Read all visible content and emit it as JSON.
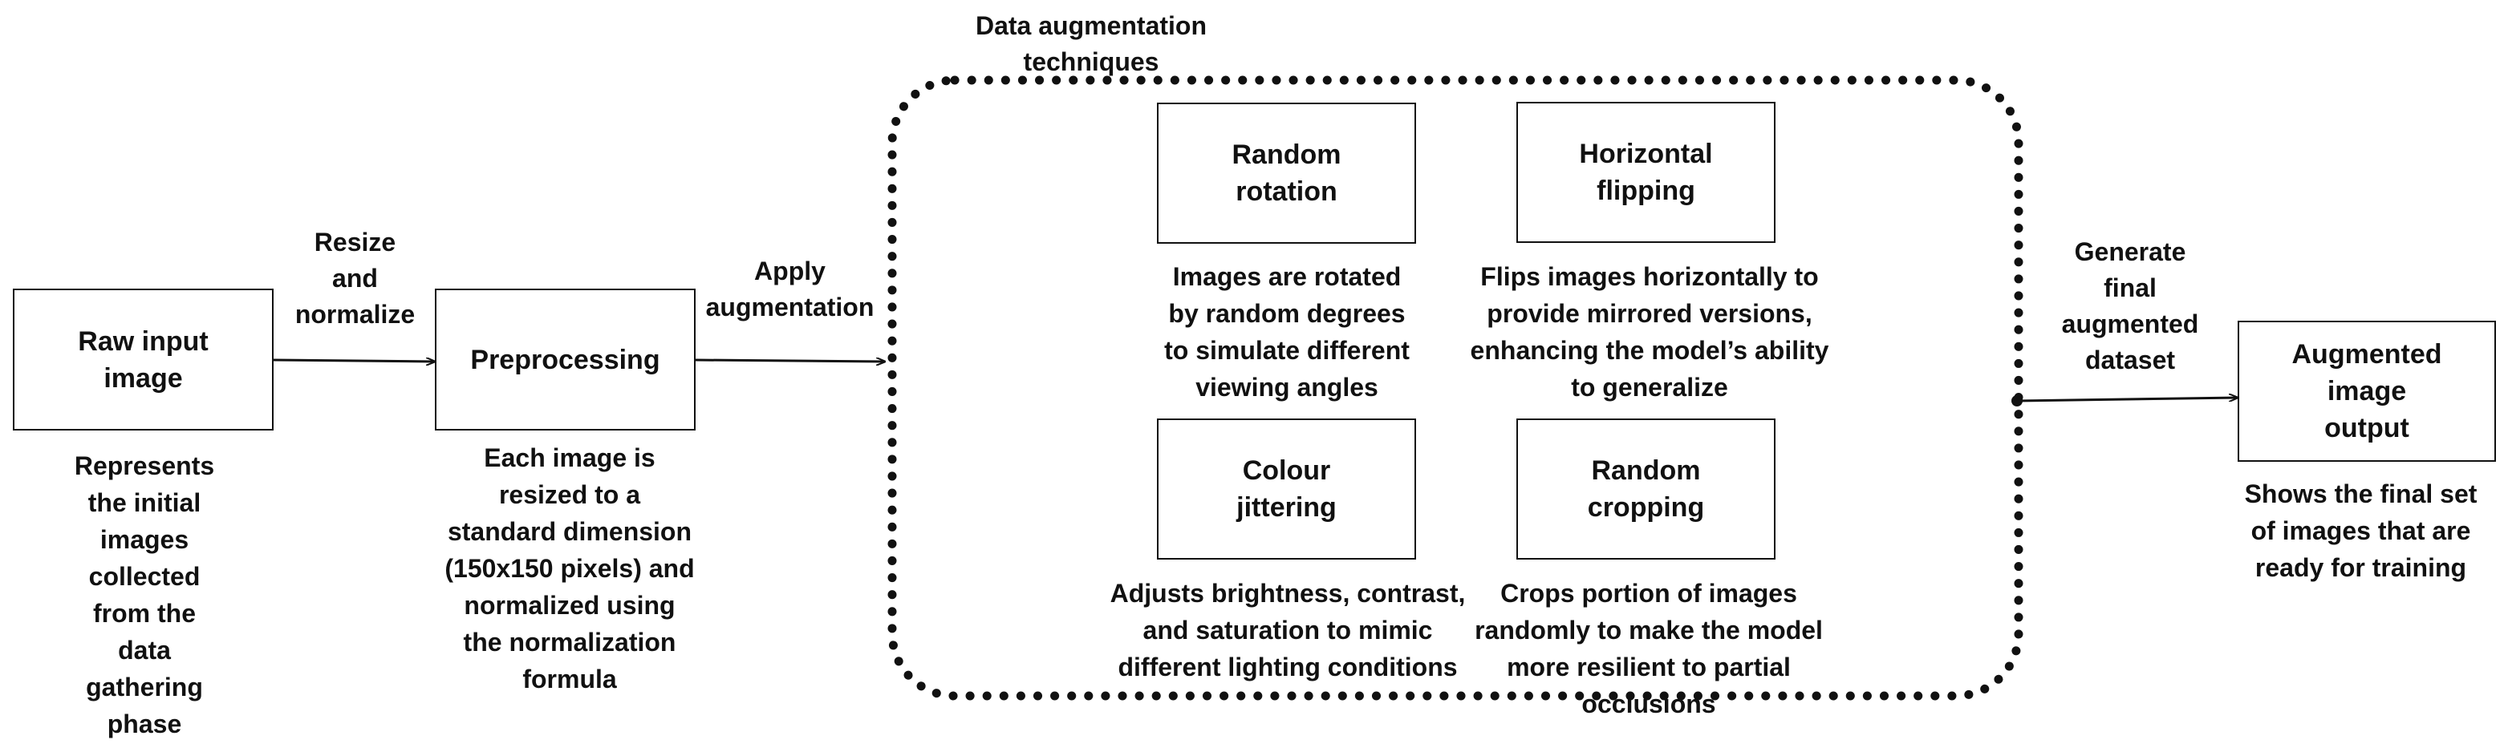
{
  "group": {
    "title": "Data augmentation\ntechniques"
  },
  "nodes": {
    "raw_input": {
      "label": "Raw input\nimage",
      "description": "Represents\nthe initial\nimages\ncollected\nfrom the\ndata\ngathering\nphase"
    },
    "preprocessing": {
      "label": "Preprocessing",
      "description": "Each image is\nresized to a\nstandard dimension\n(150x150 pixels) and\nnormalized using\nthe normalization\nformula"
    },
    "random_rotation": {
      "label": "Random\nrotation",
      "description": "Images are rotated\nby random degrees\nto simulate different\nviewing angles"
    },
    "horizontal_flipping": {
      "label": "Horizontal\nflipping",
      "description": "Flips images horizontally to\nprovide mirrored versions,\nenhancing the model’s ability\nto generalize"
    },
    "colour_jittering": {
      "label": "Colour\njittering",
      "description": "Adjusts brightness, contrast,\nand saturation to mimic\ndifferent lighting conditions"
    },
    "random_cropping": {
      "label": "Random\ncropping",
      "description": "Crops portion of images\nrandomly to make the model\nmore resilient to partial\nocclusions"
    },
    "augmented_output": {
      "label": "Augmented\nimage\noutput",
      "description": "Shows the final set\nof images that are\nready for training"
    }
  },
  "edges": {
    "resize_normalize": "Resize\nand\nnormalize",
    "apply_augmentation": "Apply\naugmentation",
    "generate_final": "Generate\nfinal\naugmented\ndataset"
  }
}
